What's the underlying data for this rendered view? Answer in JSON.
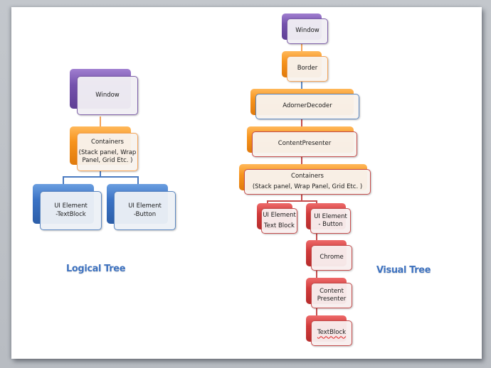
{
  "colors": {
    "purple": "#7553ad",
    "orange": "#f7941d",
    "blue": "#3b73c5",
    "red": "#d13b3b",
    "title_blue": "#3f73c0"
  },
  "logical_tree": {
    "title": "Logical Tree",
    "window": {
      "label": "Window"
    },
    "containers": {
      "line1": "Containers",
      "line2": "(Stack panel,  Wrap",
      "line3": "Panel, Grid  Etc. )"
    },
    "ui_textblock": {
      "line1": "UI Element",
      "line2": "-TextBlock"
    },
    "ui_button": {
      "line1": "UI Element",
      "line2": "-Button"
    }
  },
  "visual_tree": {
    "title": "Visual Tree",
    "window": {
      "label": "Window"
    },
    "border": {
      "label": "Border"
    },
    "adorner_decoder": {
      "label": "AdornerDecoder"
    },
    "content_presenter": {
      "label": "ContentPresenter"
    },
    "containers": {
      "line1": "Containers",
      "line2": "(Stack panel,  Wrap Panel,  Grid  Etc. )"
    },
    "ui_textblock": {
      "line1": "UI Element",
      "line2": "Text Block"
    },
    "ui_button": {
      "line1": "UI Element",
      "line2": "- Button"
    },
    "chrome": {
      "label": "Chrome"
    },
    "content_presenter_2": {
      "line1": "Content",
      "line2": "Presenter"
    },
    "textblock": {
      "label": "TextBlock"
    }
  }
}
